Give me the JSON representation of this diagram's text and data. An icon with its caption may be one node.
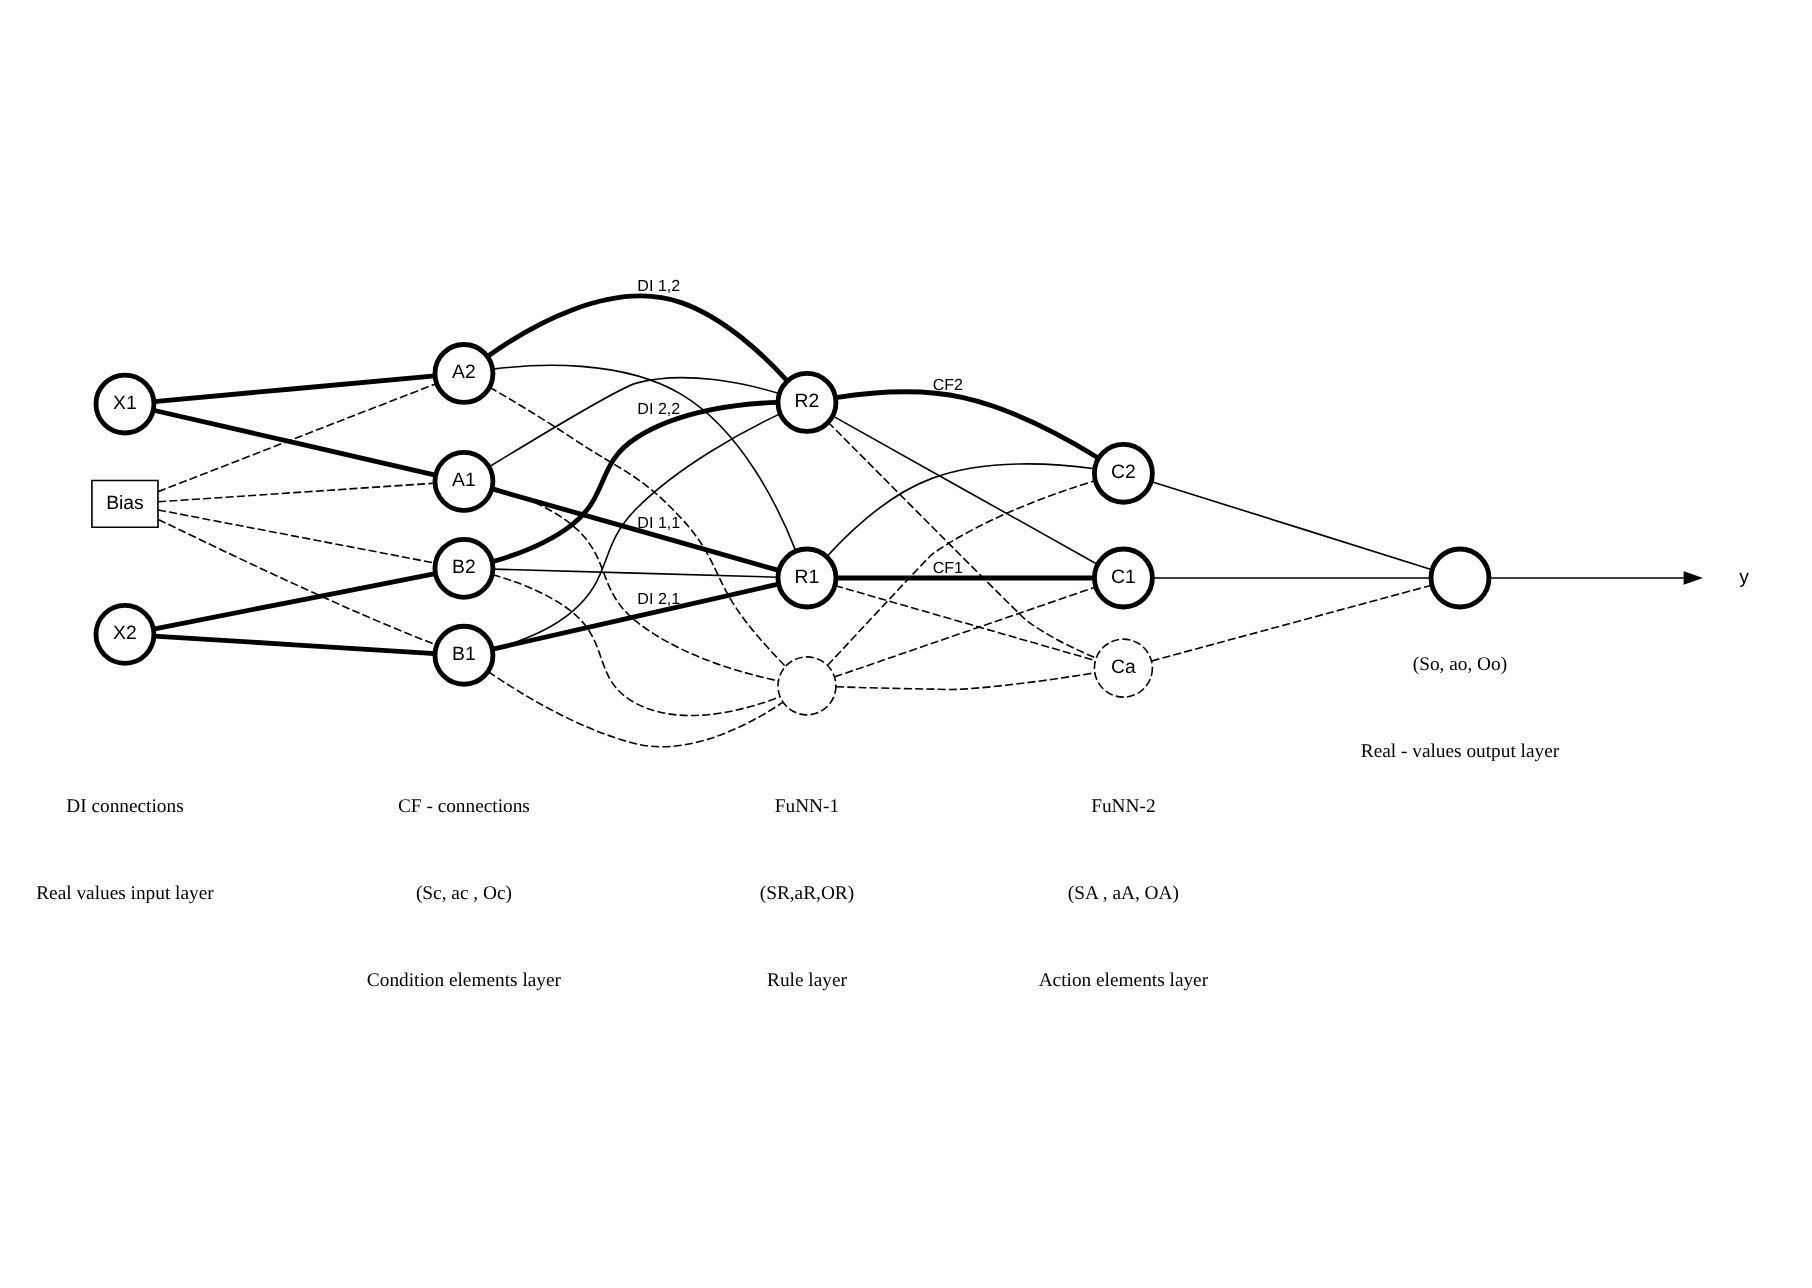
{
  "diagram": {
    "nodes": [
      {
        "text": [
          "Bias"
        ]
      },
      {
        "text": [
          "X1"
        ]
      },
      {
        "text": [
          "X2"
        ]
      },
      {
        "text": [
          "A1"
        ]
      },
      {
        "text": [
          "A2"
        ]
      },
      {
        "text": [
          "B1"
        ]
      },
      {
        "text": [
          "B2"
        ]
      },
      {
        "text": [
          "R1"
        ]
      },
      {
        "text": [
          "R2"
        ]
      },
      {
        "text": [],
        "shape": "circle"
      },
      {
        "text": [
          "C1"
        ]
      },
      {
        "text": [
          "C2"
        ]
      },
      {
        "text": [
          "Ca"
        ]
      },
      {
        "text": [],
        "shape": "circle"
      },
      {
        "text": [
          "y"
        ]
      }
    ],
    "edges": [
      {
        "from": 1,
        "to": 3,
        "arrow": "none",
        "style": "thick"
      },
      {
        "from": 1,
        "to": 4,
        "arrow": "none",
        "style": "thick"
      },
      {
        "from": 2,
        "to": 5,
        "arrow": "none",
        "style": "thick"
      },
      {
        "from": 2,
        "to": 6,
        "arrow": "none",
        "style": "thick"
      },
      {
        "from": 0,
        "to": 3,
        "arrow": "none",
        "style": "dashed"
      },
      {
        "from": 0,
        "to": 4,
        "arrow": "none",
        "style": "dashed"
      },
      {
        "from": 0,
        "to": 5,
        "arrow": "none",
        "style": "dashed"
      },
      {
        "from": 0,
        "to": 6,
        "arrow": "none",
        "style": "dashed"
      },
      {
        "from": 3,
        "to": 7,
        "arrow": "none",
        "style": "thick",
        "label": "DI 1,1"
      },
      {
        "from": 3,
        "to": 8,
        "arrow": "none"
      },
      {
        "from": 3,
        "to": 9,
        "arrow": "none",
        "style": "dashed"
      },
      {
        "from": 4,
        "to": 7,
        "arrow": "none"
      },
      {
        "from": 4,
        "to": 8,
        "arrow": "none",
        "style": "thick",
        "label": "DI 1,2"
      },
      {
        "from": 4,
        "to": 9,
        "arrow": "none",
        "style": "dashed"
      },
      {
        "from": 5,
        "to": 7,
        "arrow": "none",
        "style": "thick",
        "label": "DI 2,1"
      },
      {
        "from": 5,
        "to": 8,
        "arrow": "none"
      },
      {
        "from": 5,
        "to": 9,
        "arrow": "none",
        "style": "dashed"
      },
      {
        "from": 6,
        "to": 7,
        "arrow": "none"
      },
      {
        "from": 6,
        "to": 8,
        "arrow": "none",
        "style": "thick",
        "label": "DI 2,2"
      },
      {
        "from": 6,
        "to": 9,
        "arrow": "none",
        "style": "dashed"
      },
      {
        "from": 7,
        "to": 10,
        "arrow": "none",
        "style": "thick",
        "label": "CF1"
      },
      {
        "from": 7,
        "to": 11,
        "arrow": "none"
      },
      {
        "from": 7,
        "to": 12,
        "arrow": "none",
        "style": "dashed"
      },
      {
        "from": 8,
        "to": 10,
        "arrow": "none"
      },
      {
        "from": 8,
        "to": 11,
        "arrow": "none",
        "style": "thick",
        "label": "CF2"
      },
      {
        "from": 8,
        "to": 12,
        "arrow": "none",
        "style": "dashed"
      },
      {
        "from": 9,
        "to": 10,
        "arrow": "none",
        "style": "dashed"
      },
      {
        "from": 9,
        "to": 11,
        "arrow": "none",
        "style": "dashed"
      },
      {
        "from": 9,
        "to": 12,
        "arrow": "none",
        "style": "dashed"
      },
      {
        "from": 10,
        "to": 13,
        "arrow": "none"
      },
      {
        "from": 11,
        "to": 13,
        "arrow": "none"
      },
      {
        "from": 12,
        "to": 13,
        "arrow": "none",
        "style": "dashed"
      },
      {
        "from": 13,
        "to": 14,
        "arrow": "to"
      }
    ],
    "labels": [
      "Real values input layer",
      "Condition elements layer",
      "(Sc, ac , Oc)",
      "Rule layer",
      "(SR,aR,OR)",
      "Action elements layer",
      "(SA , aA, OA)",
      "Real - values output layer",
      "(So, ao, Oo)",
      "DI connections",
      "CF - connections",
      "FuNN-1",
      "FuNN-2"
    ]
  }
}
